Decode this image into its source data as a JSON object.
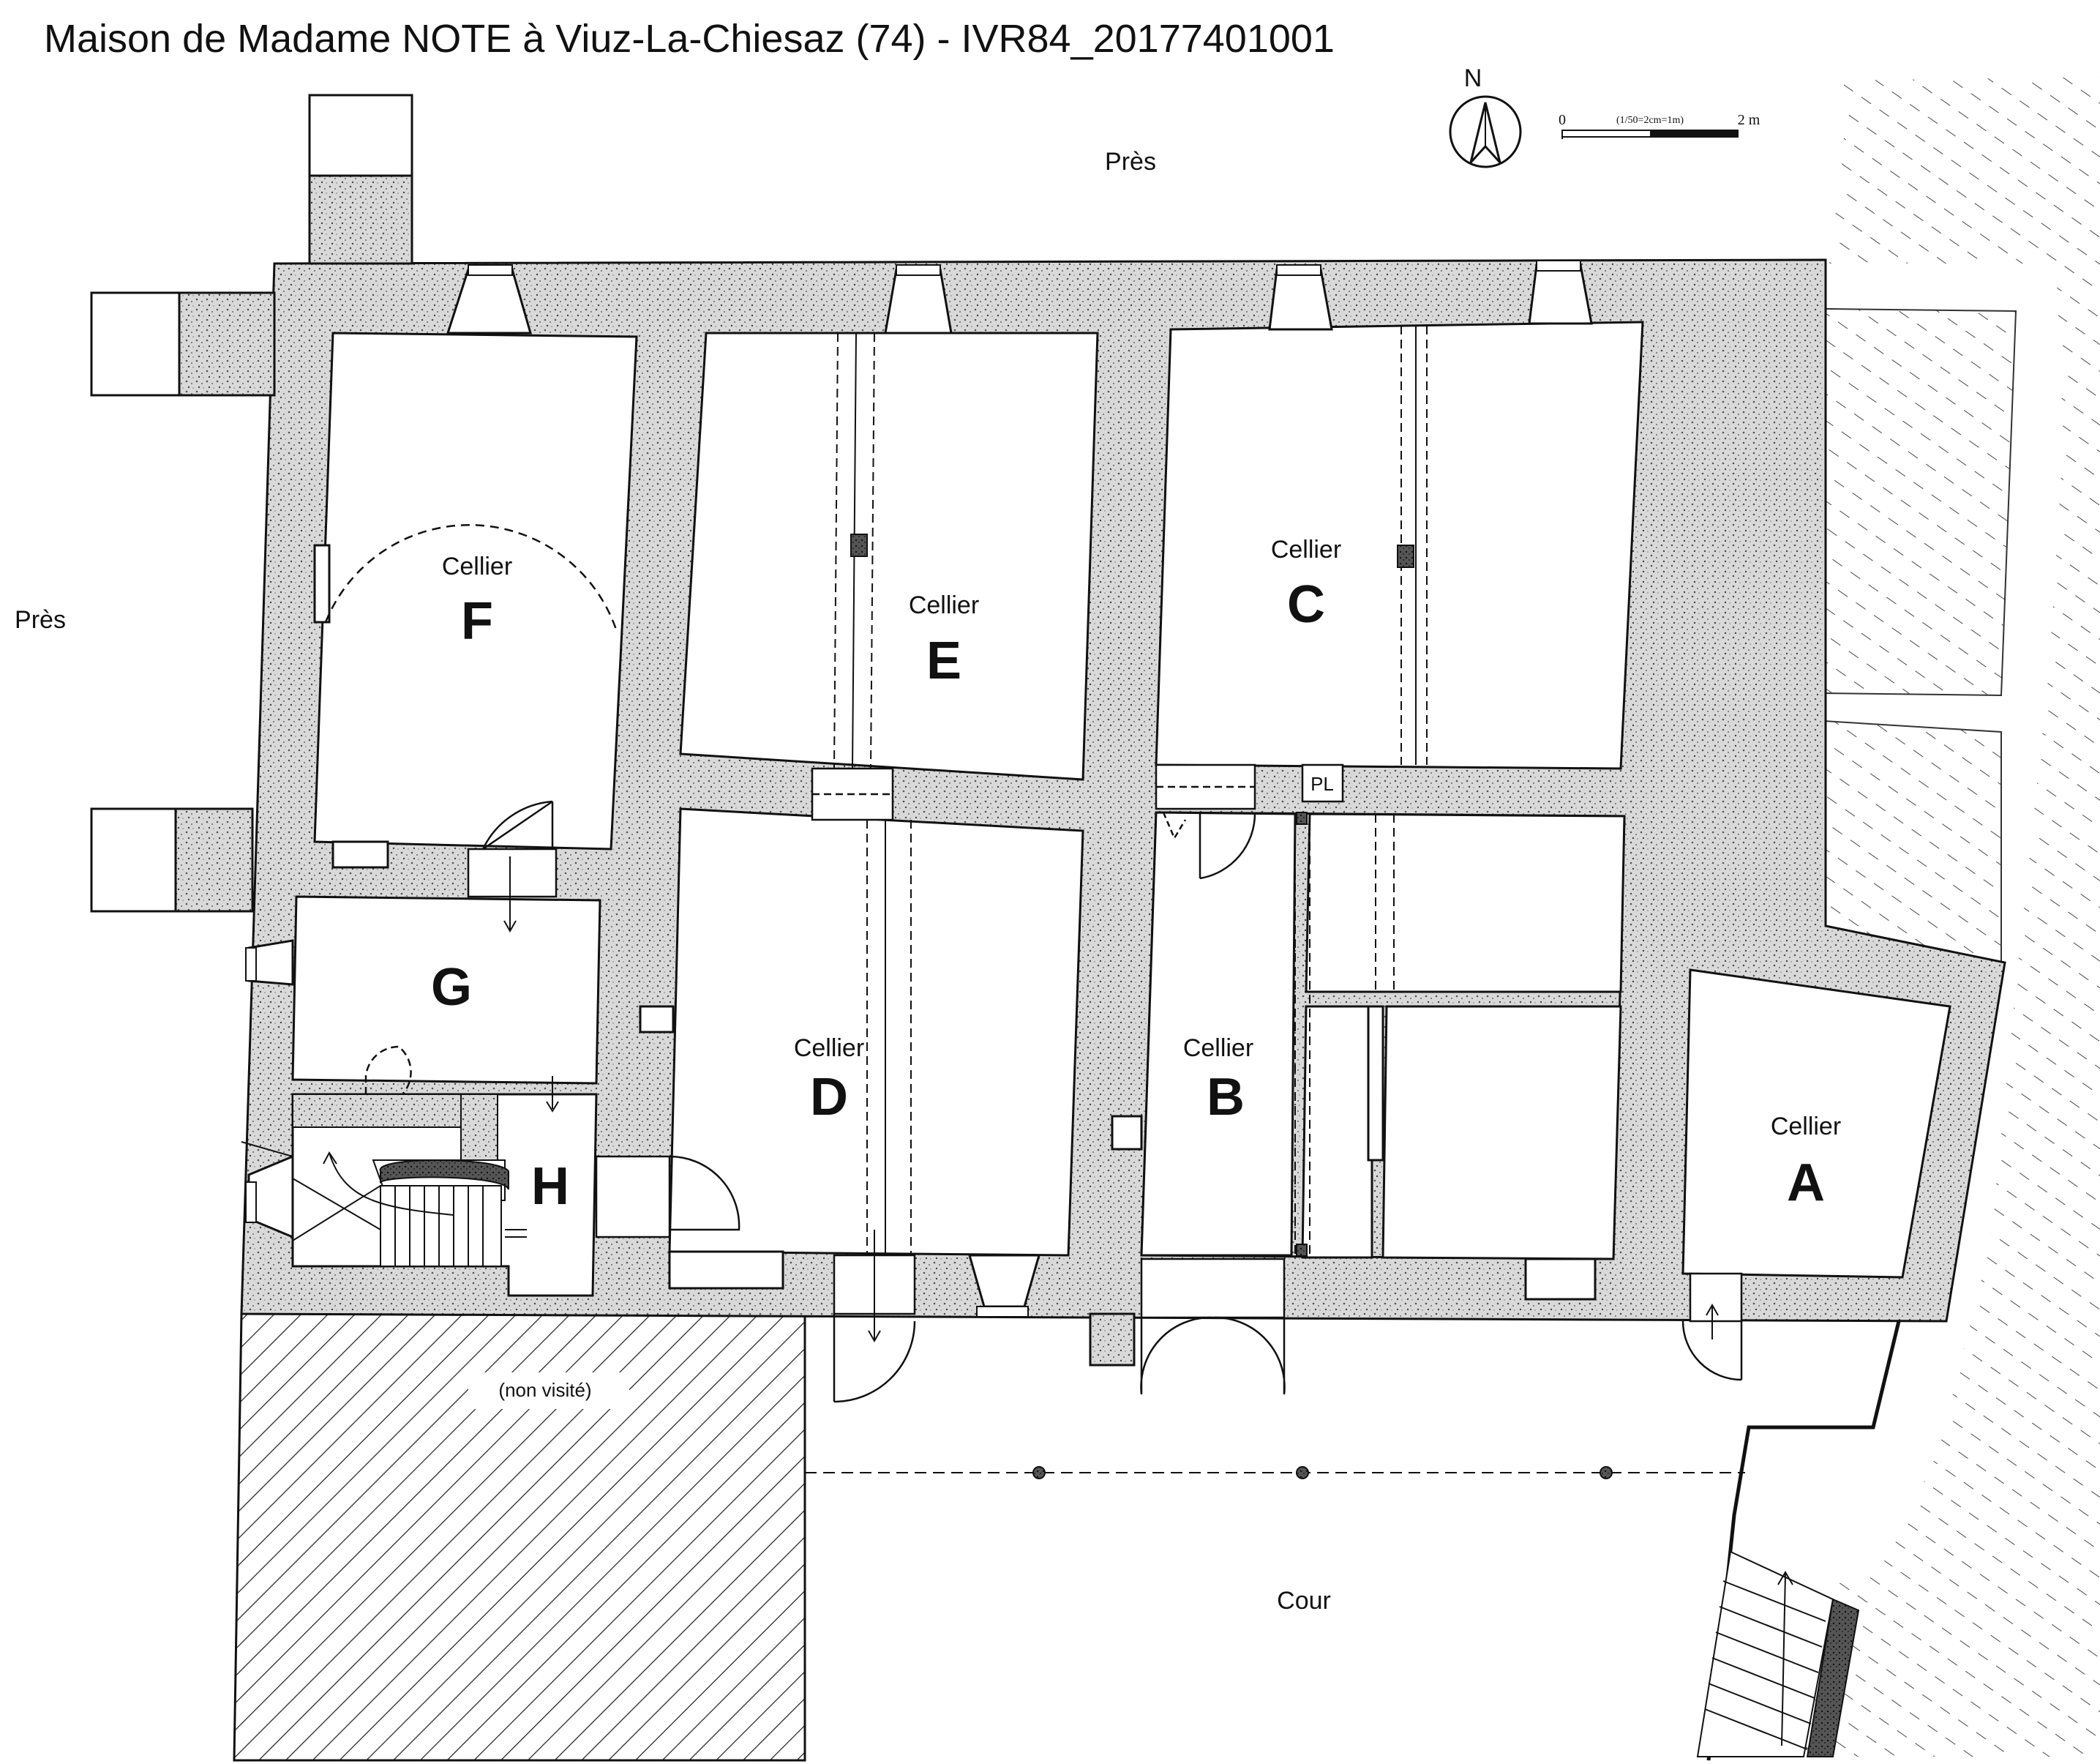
{
  "title": "Maison de Madame NOTE à Viuz-La-Chiesaz (74) - IVR84_20177401001",
  "north": {
    "icon": "north-arrow-icon",
    "label": "N"
  },
  "scale": {
    "zero": "0",
    "ratio": "(1/50=2cm=1m)",
    "end": "2 m"
  },
  "surroundings": {
    "north": "Près",
    "west": "Près",
    "south": "Cour",
    "not_visited": "(non visité)"
  },
  "rooms": [
    {
      "id": "A",
      "name": "Cellier",
      "letter": "A"
    },
    {
      "id": "B",
      "name": "Cellier",
      "letter": "B"
    },
    {
      "id": "C",
      "name": "Cellier",
      "letter": "C"
    },
    {
      "id": "D",
      "name": "Cellier",
      "letter": "D"
    },
    {
      "id": "E",
      "name": "Cellier",
      "letter": "E"
    },
    {
      "id": "F",
      "name": "Cellier",
      "letter": "F"
    },
    {
      "id": "G",
      "name": "",
      "letter": "G"
    },
    {
      "id": "H",
      "name": "",
      "letter": "H"
    }
  ],
  "fixtures": {
    "pl": "PL"
  },
  "colors": {
    "ink": "#111111",
    "wall_fill": "#dcdcdc",
    "paper": "#ffffff"
  }
}
